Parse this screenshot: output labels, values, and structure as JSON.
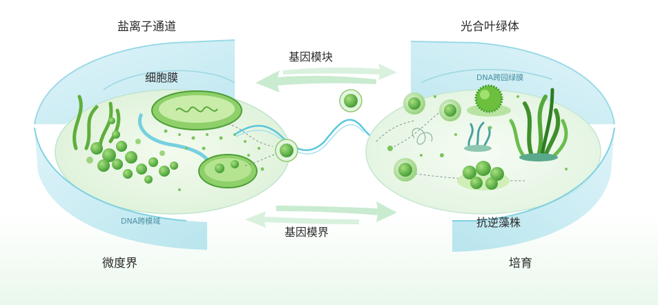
{
  "labels": {
    "top_left": "盐离子通道",
    "top_right": "光合叶绿体",
    "membrane": "细胞膜",
    "gene_module_top": "基因模块",
    "gene_module_bottom": "基因模界",
    "dna_left": "DNA跨模域",
    "dna_right": "DNA跨园绿膜",
    "resistant_algae": "抗逆藻株",
    "micro_boundary": "微度界",
    "culture": "培育"
  },
  "colors": {
    "dish_glass": "#bfe9f2",
    "dish_edge": "#7fd0e0",
    "cell_green": "#5cb84a",
    "cell_dark": "#2f8e2a",
    "arrow_green": "#bfe8c8",
    "wave_blue": "#58c6dc"
  }
}
